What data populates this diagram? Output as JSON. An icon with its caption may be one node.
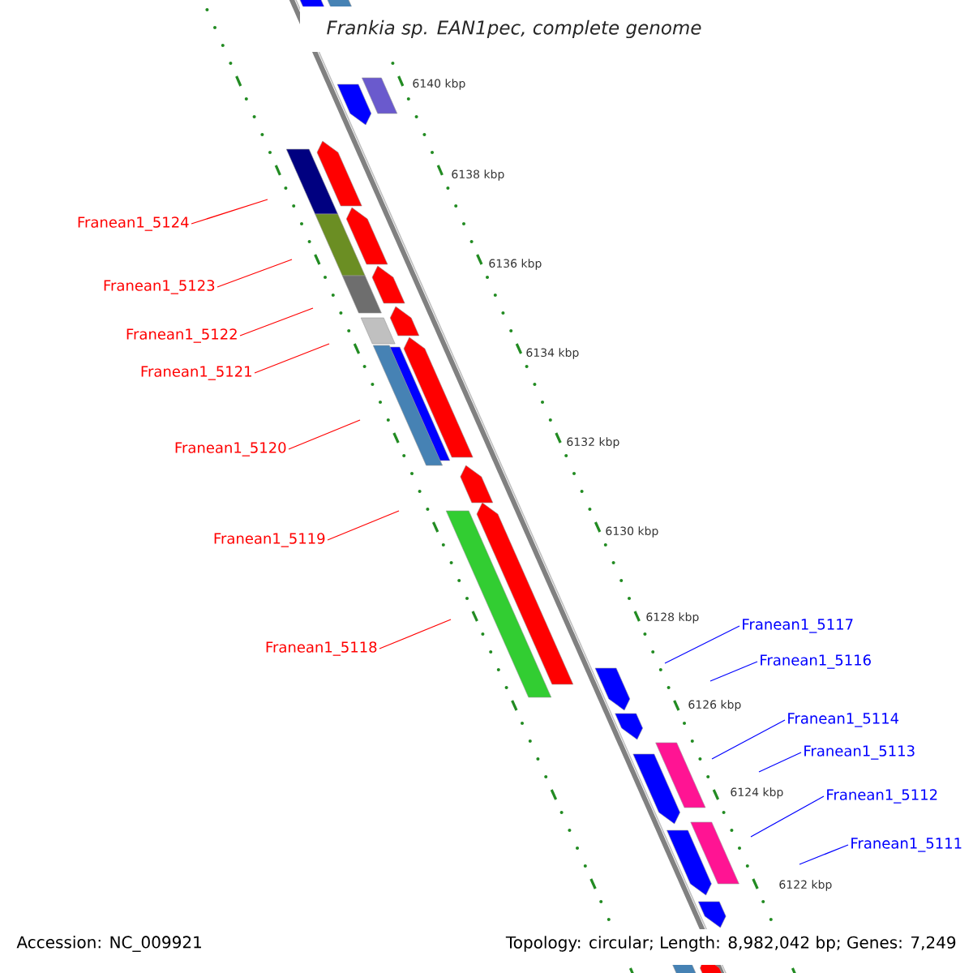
{
  "diagram": {
    "title": "Frankia sp. EAN1pec, complete genome",
    "nodes": [
      {
        "text": [
          "Franean1_5124"
        ]
      },
      {
        "text": [
          "Franean1_5123"
        ]
      },
      {
        "text": [
          "Franean1_5122"
        ]
      },
      {
        "text": [
          "Franean1_5121"
        ]
      },
      {
        "text": [
          "Franean1_5120"
        ]
      },
      {
        "text": [
          "Franean1_5119"
        ]
      },
      {
        "text": [
          "Franean1_5118"
        ]
      },
      {
        "text": [
          "Franean1_5117"
        ]
      },
      {
        "text": [
          "Franean1_5116"
        ]
      },
      {
        "text": [
          "Franean1_5114"
        ]
      },
      {
        "text": [
          "Franean1_5113"
        ]
      },
      {
        "text": [
          "Franean1_5112"
        ]
      },
      {
        "text": [
          "Franean1_5111"
        ]
      }
    ],
    "edges": [
      {
        "from": 0,
        "to": null,
        "arrow": "none"
      },
      {
        "from": 1,
        "to": null,
        "arrow": "none"
      },
      {
        "from": 2,
        "to": null,
        "arrow": "none"
      },
      {
        "from": 3,
        "to": null,
        "arrow": "none"
      },
      {
        "from": 4,
        "to": null,
        "arrow": "none"
      },
      {
        "from": 5,
        "to": null,
        "arrow": "none"
      },
      {
        "from": 6,
        "to": null,
        "arrow": "none"
      },
      {
        "from": 7,
        "to": null,
        "arrow": "none",
        "color": "#0000ff"
      },
      {
        "from": 8,
        "to": null,
        "arrow": "none",
        "color": "#0000ff"
      },
      {
        "from": 9,
        "to": null,
        "arrow": "none",
        "color": "#0000ff"
      },
      {
        "from": 10,
        "to": null,
        "arrow": "none",
        "color": "#0000ff"
      },
      {
        "from": 11,
        "to": null,
        "arrow": "none",
        "color": "#0000ff"
      },
      {
        "from": 12,
        "to": null,
        "arrow": "none",
        "color": "#0000ff"
      }
    ],
    "labels": [
      "6140 kbp",
      "6138 kbp",
      "6136 kbp",
      "6134 kbp",
      "6132 kbp",
      "6130 kbp",
      "6128 kbp",
      "6126 kbp",
      "6124 kbp",
      "6122 kbp",
      "Accession: NC_009921",
      "Topology: circular; Length: 8,982,042 bp; Genes: 7,249"
    ]
  }
}
